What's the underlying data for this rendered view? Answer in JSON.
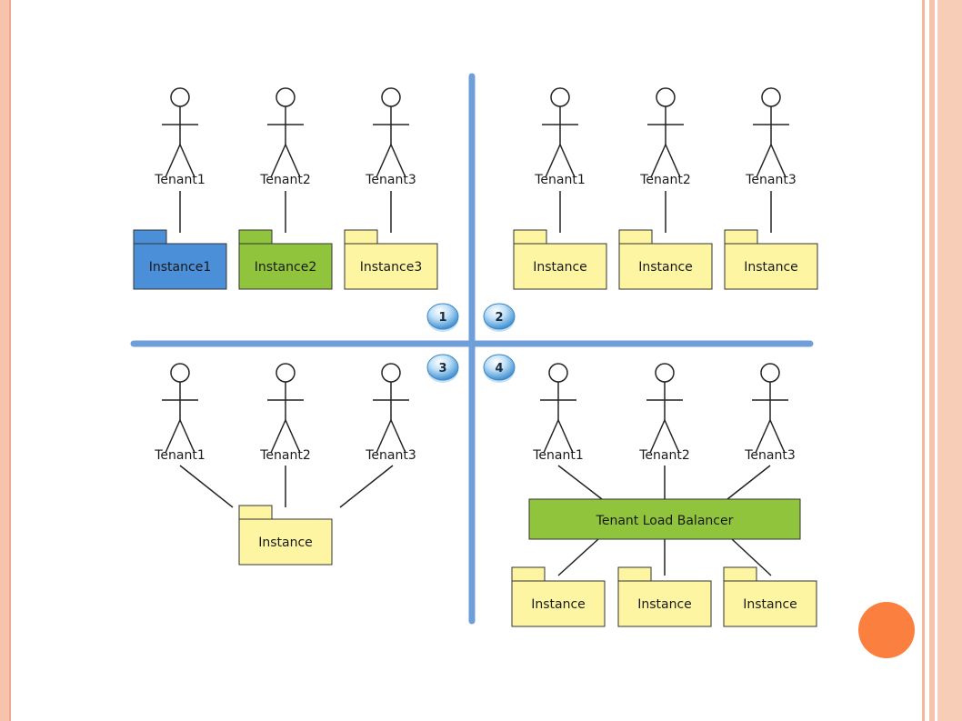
{
  "colors": {
    "divider": "#6f9fd8",
    "folder_yellow": "#fdf5a2",
    "folder_blue": "#4a8fd8",
    "folder_green": "#8fc43c",
    "balancer_green": "#8fc43c",
    "badge_blue": "#5aa8e4",
    "accent_orange": "#fb7f3f",
    "border_peach": "#f6c4ad"
  },
  "quadrants": [
    {
      "badge": "1",
      "tenants": [
        "Tenant1",
        "Tenant2",
        "Tenant3"
      ],
      "instances": [
        {
          "label": "Instance1",
          "color": "blue"
        },
        {
          "label": "Instance2",
          "color": "green"
        },
        {
          "label": "Instance3",
          "color": "yellow"
        }
      ]
    },
    {
      "badge": "2",
      "tenants": [
        "Tenant1",
        "Tenant2",
        "Tenant3"
      ],
      "instances": [
        {
          "label": "Instance",
          "color": "yellow"
        },
        {
          "label": "Instance",
          "color": "yellow"
        },
        {
          "label": "Instance",
          "color": "yellow"
        }
      ]
    },
    {
      "badge": "3",
      "tenants": [
        "Tenant1",
        "Tenant2",
        "Tenant3"
      ],
      "instances": [
        {
          "label": "Instance",
          "color": "yellow"
        }
      ]
    },
    {
      "badge": "4",
      "tenants": [
        "Tenant1",
        "Tenant2",
        "Tenant3"
      ],
      "load_balancer": "Tenant Load Balancer",
      "instances": [
        {
          "label": "Instance",
          "color": "yellow"
        },
        {
          "label": "Instance",
          "color": "yellow"
        },
        {
          "label": "Instance",
          "color": "yellow"
        }
      ]
    }
  ]
}
